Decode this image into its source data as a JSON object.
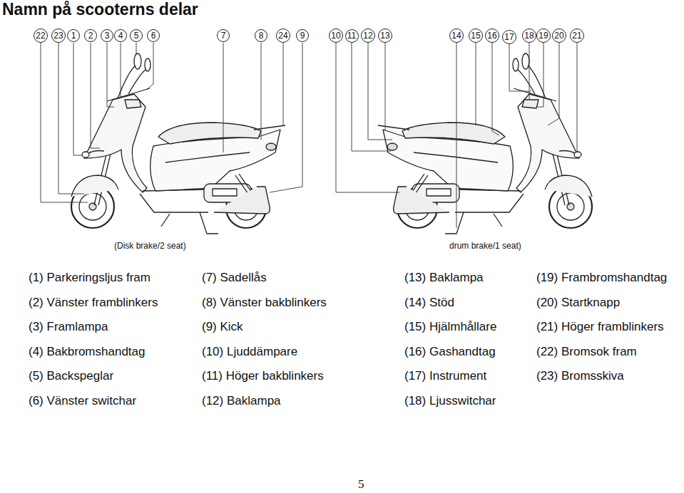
{
  "diagram": {
    "title": "Namn på scooterns delar",
    "nodes": [
      {
        "text": [
          "22"
        ]
      },
      {
        "text": [
          "23"
        ]
      },
      {
        "text": [
          "1"
        ]
      },
      {
        "text": [
          "2"
        ]
      },
      {
        "text": [
          "3"
        ]
      },
      {
        "text": [
          "4"
        ]
      },
      {
        "text": [
          "5"
        ]
      },
      {
        "text": [
          "6"
        ]
      },
      {
        "text": [
          "7"
        ]
      },
      {
        "text": [
          "8"
        ]
      },
      {
        "text": [
          "24"
        ]
      },
      {
        "text": [
          "9"
        ]
      },
      {
        "text": [
          "10"
        ]
      },
      {
        "text": [
          "11"
        ]
      },
      {
        "text": [
          "12"
        ]
      },
      {
        "text": [
          "13"
        ]
      },
      {
        "text": [
          "14"
        ]
      },
      {
        "text": [
          "15"
        ]
      },
      {
        "text": [
          "16"
        ]
      },
      {
        "text": [
          "17"
        ]
      },
      {
        "text": [
          "18"
        ]
      },
      {
        "text": [
          "19"
        ]
      },
      {
        "text": [
          "20"
        ]
      },
      {
        "text": [
          "21"
        ]
      }
    ],
    "labels": [
      "(Disk brake/2 seat)",
      "drum brake/1 seat)",
      "(1) Parkeringsljus fram",
      "(2) Vänster framblinkers",
      "(3) Framlampa",
      "(4) Bakbromshandtag",
      "(5) Backspeglar",
      "(6) Vänster switchar",
      "(7) Sadellås",
      "(8) Vänster bakblinkers",
      "(9) Kick",
      "(10) Ljuddämpare",
      "(11) Höger bakblinkers",
      "(12) Baklampa",
      "(13) Baklampa",
      "(14) Stöd",
      "(15) Hjälmhållare",
      "(16) Gashandtag",
      "(17) Instrument",
      "(18) Ljusswitchar",
      "(19) Frambromshandtag",
      "(20) Startknapp",
      "(21) Höger framblinkers",
      "(22) Bromsok fram",
      "(23) Bromsskiva",
      "5"
    ]
  }
}
